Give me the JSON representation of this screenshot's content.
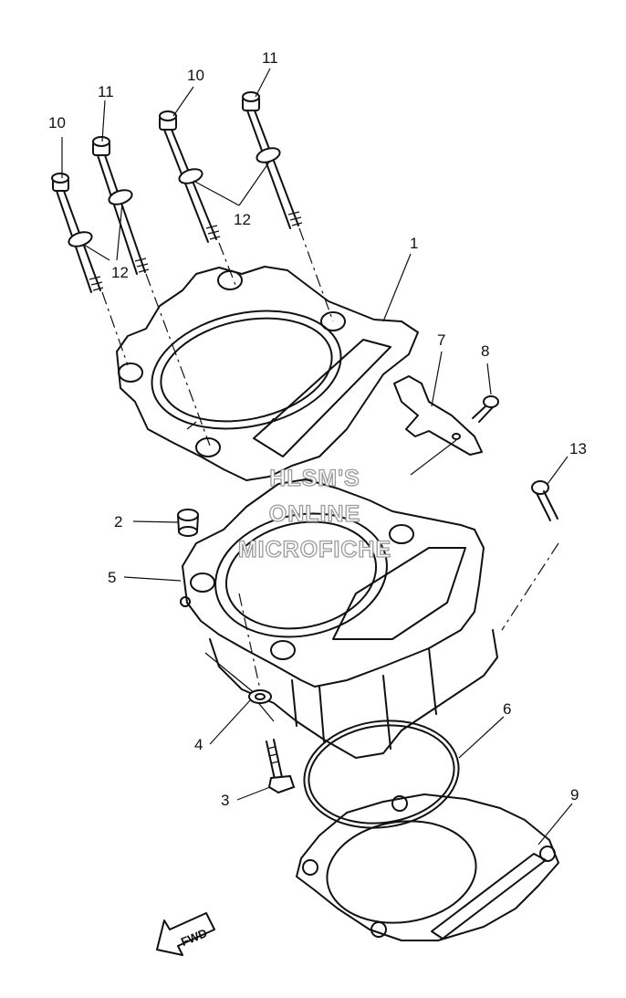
{
  "callouts": {
    "c1": "1",
    "c2": "2",
    "c3": "3",
    "c4": "4",
    "c5": "5",
    "c6": "6",
    "c7": "7",
    "c8": "8",
    "c9": "9",
    "c10a": "10",
    "c10b": "10",
    "c11a": "11",
    "c11b": "11",
    "c12a": "12",
    "c12b": "12",
    "c13": "13"
  },
  "watermark": {
    "line1": "HLSM'S",
    "line2": "ONLINE",
    "line3": "MICROFICHE"
  },
  "direction_label": "FWD",
  "colors": {
    "ink": "#111111",
    "watermark": "#9a9a9a",
    "background": "#ffffff"
  }
}
